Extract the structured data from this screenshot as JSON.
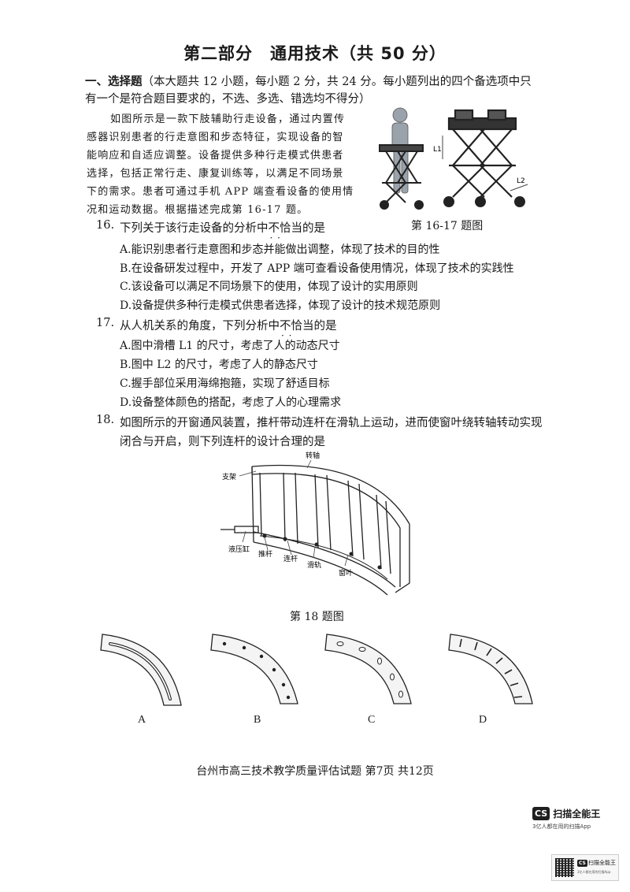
{
  "header": {
    "title": "第二部分　通用技术（共 50 分）"
  },
  "section": {
    "label": "一、选择题",
    "intro_1": "（本大题共 12 小题，每小题 2 分，共 24 分。每小题列出的四个备选项中只",
    "intro_2": "有一个是符合题目要求的，不选、多选、错选均不得分）"
  },
  "passage": {
    "lines": [
      "如图所示是一款下肢辅助行走设备，通过内置传",
      "感器识别患者的行走意图和步态特征，实现设备的智",
      "能响应和自适应调整。设备提供多种行走模式供患者",
      "选择，包括正常行走、康复训练等，以满足不同场景",
      "下的需求。患者可通过手机 APP 端查看设备的使用情",
      "况和运动数据。根据描述完成第 16-17 题。"
    ],
    "figure_caption": "第 16-17 题图",
    "figure_labels": {
      "l1": "L1",
      "l2": "L2"
    }
  },
  "questions": [
    {
      "num": "16.",
      "stem_a": "下列关于该行走设备的分析中",
      "stem_b": "不恰当",
      "stem_c": "的是",
      "options": [
        "A.能识别患者行走意图和步态并能做出调整，体现了技术的目的性",
        "B.在设备研发过程中，开发了 APP 端可查看设备使用情况，体现了技术的实践性",
        "C.该设备可以满足不同场景下的使用，体现了设计的实用原则",
        "D.设备提供多种行走模式供患者选择，体现了设计的技术规范原则"
      ]
    },
    {
      "num": "17.",
      "stem_a": "从人机关系的角度，下列分析中",
      "stem_b": "不恰当",
      "stem_c": "的是",
      "options": [
        "A.图中滑槽 L1 的尺寸，考虑了人的动态尺寸",
        "B.图中 L2 的尺寸，考虑了人的静态尺寸",
        "C.握手部位采用海绵抱箍，实现了舒适目标",
        "D.设备整体颜色的搭配，考虑了人的心理需求"
      ]
    },
    {
      "num": "18.",
      "stem_1": "如图所示的开窗通风装置，推杆带动连杆在滑轨上运动，进而使窗叶绕转轴转动实现",
      "stem_2": "闭合与开启，则下列连杆的设计合理的是"
    }
  ],
  "figure18": {
    "labels": {
      "axis": "转轴",
      "frame": "支架",
      "cylinder": "液压缸",
      "pushrod": "推杆",
      "link": "连杆",
      "rail": "滑轨",
      "blade": "窗叶"
    },
    "caption": "第 18 题图",
    "choices": [
      "A",
      "B",
      "C",
      "D"
    ]
  },
  "footer": {
    "text": "台州市高三技术教学质量评估试题 第7页 共12页"
  },
  "watermark": {
    "logo": "CS",
    "brand": "扫描全能王",
    "tagline": "3亿人都在用的扫描App"
  }
}
